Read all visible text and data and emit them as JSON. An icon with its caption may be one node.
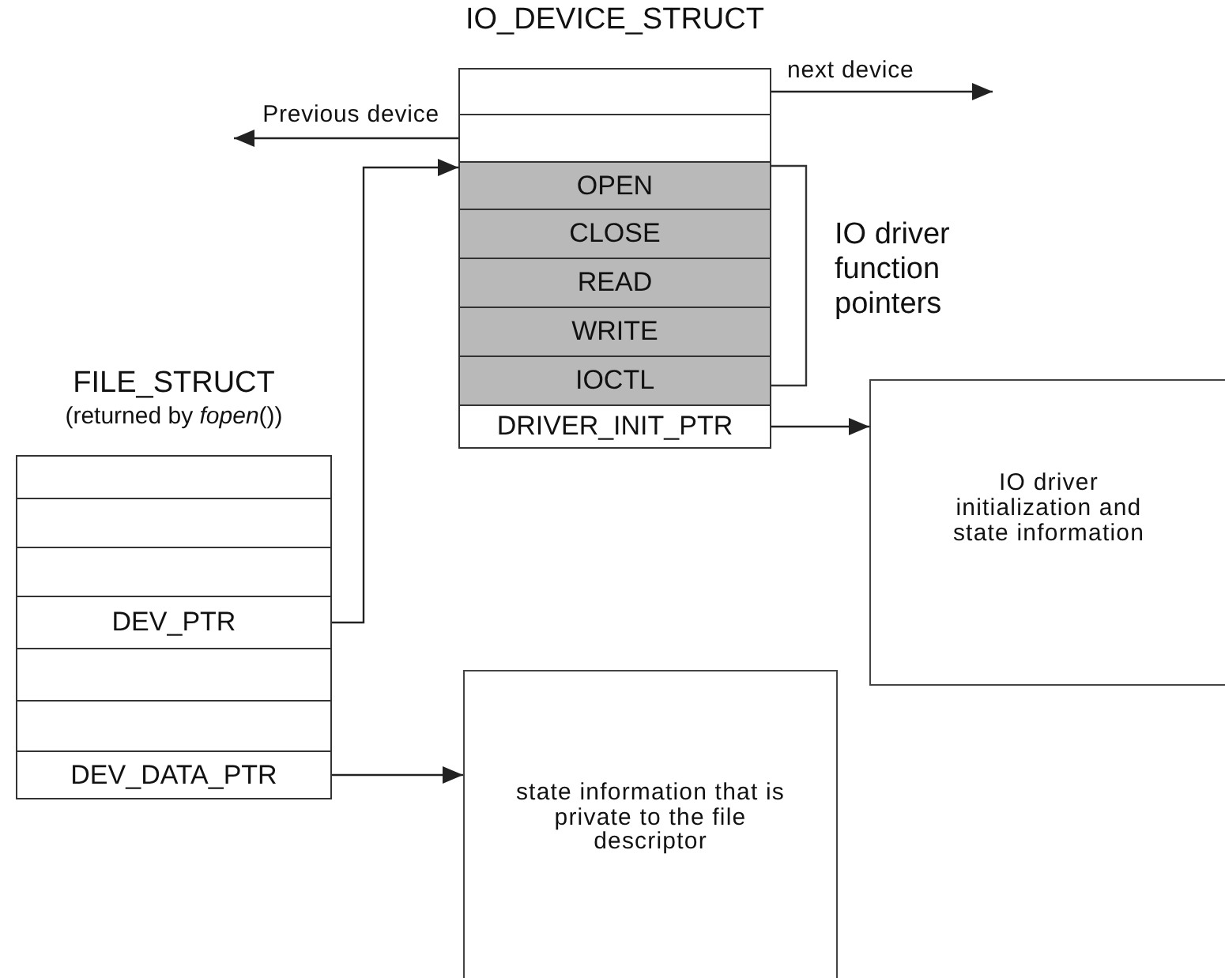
{
  "diagram": {
    "nodes": [
      {
        "text": [
          "IO_DEVICE_STRUCT"
        ]
      },
      {
        "text": [],
        "shape": "box",
        "in": 0
      },
      {
        "text": [],
        "shape": "box",
        "in": 0
      },
      {
        "text": [
          "OPEN"
        ],
        "in": 0
      },
      {
        "text": [
          "CLOSE"
        ],
        "in": 0
      },
      {
        "text": [
          "READ"
        ],
        "in": 0
      },
      {
        "text": [
          "WRITE"
        ],
        "in": 0
      },
      {
        "text": [
          "IOCTL"
        ],
        "in": 0
      },
      {
        "text": [
          "DRIVER_INIT_PTR"
        ],
        "in": 0
      },
      {
        "text": [
          "FILE_STRUCT",
          "(returned by *fopen*())"
        ]
      },
      {
        "text": [],
        "shape": "box",
        "in": 9
      },
      {
        "text": [],
        "shape": "box",
        "in": 9
      },
      {
        "text": [],
        "shape": "box",
        "in": 9
      },
      {
        "text": [
          "DEV_PTR"
        ],
        "in": 9
      },
      {
        "text": [],
        "shape": "box",
        "in": 9
      },
      {
        "text": [],
        "shape": "box",
        "in": 9
      },
      {
        "text": [
          "DEV_DATA_PTR"
        ],
        "in": 9
      },
      {
        "text": [
          "IO driver initialization and state information"
        ]
      },
      {
        "text": [
          "state information that is private to the file descriptor"
        ]
      }
    ],
    "edges": [
      {
        "from": 1,
        "to": null,
        "arrow": "to",
        "label": "next device"
      },
      {
        "from": 2,
        "to": null,
        "arrow": "to",
        "label": "Previous device"
      },
      {
        "from": 13,
        "to": 3,
        "arrow": "to"
      },
      {
        "from": 8,
        "to": 17,
        "arrow": "to"
      },
      {
        "from": 16,
        "to": 18,
        "arrow": "to"
      }
    ],
    "labels": [
      "IO driver function pointers"
    ]
  }
}
